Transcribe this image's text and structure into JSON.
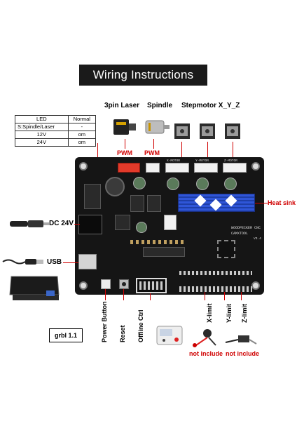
{
  "title": "Wiring Instructions",
  "components": {
    "laser": "3pin Laser",
    "spindle": "Spindle",
    "stepmotor": "Stepmotor X_Y_Z"
  },
  "pwm": [
    "PWM",
    "PWM"
  ],
  "led_table": {
    "headers": [
      "LED",
      "Normal"
    ],
    "rows": [
      [
        "S:Spindle/Laser",
        "-"
      ],
      [
        "12V",
        "om"
      ],
      [
        "24V",
        "om"
      ]
    ]
  },
  "left_labels": {
    "dc": "DC 24V",
    "usb": "USB"
  },
  "right_labels": {
    "heat_sink": "Heat sink"
  },
  "bottom_labels": {
    "power_button": "Power Button",
    "reset": "Reset",
    "offline_ctrl": "Offline Ctrl",
    "x_limit": "X-limit",
    "y_limit": "Y-limit",
    "z_limit": "Z-limit"
  },
  "not_include": [
    "not include",
    "not include"
  ],
  "grbl": "grbl 1.1",
  "board_silk": {
    "motor_x": "X-MOTOR",
    "motor_y": "Y-MOTOR",
    "motor_z": "Z-MOTOR",
    "brand": "WOODPECKER CNC",
    "model": "CAMXTOOL",
    "version": "V3.4"
  },
  "colors": {
    "accent": "#d00000",
    "board": "#151515",
    "heatsink": "#2f56d8",
    "title_bg": "#1a1a1a"
  }
}
